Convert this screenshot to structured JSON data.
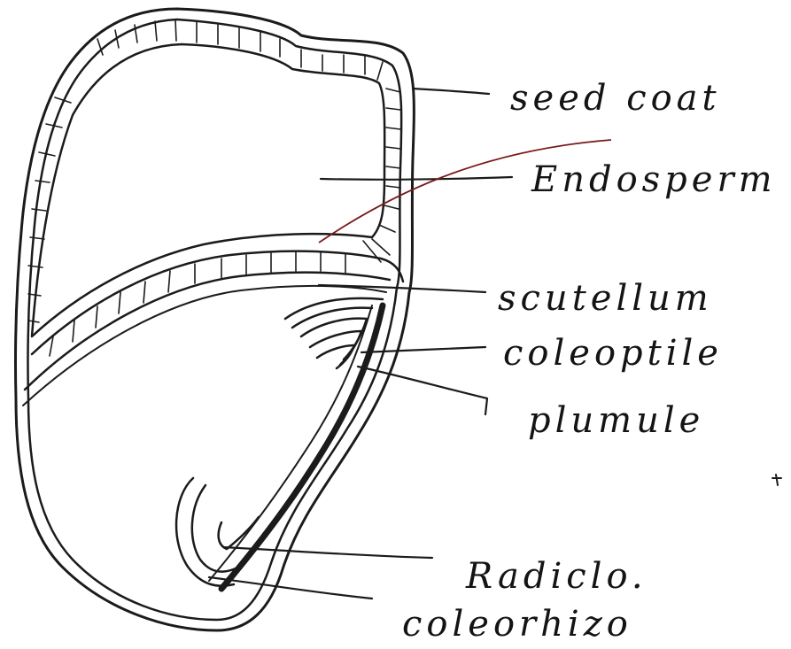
{
  "diagram": {
    "labels": {
      "seed_coat": "seed coat",
      "endosperm": "Endosperm",
      "scutellum": "scutellum",
      "coleoptile": "coleoptile",
      "plumule": "plumule",
      "radicle": "Radiclo.",
      "coleorhiza": "coleorhizo"
    },
    "ink_color": "#1b1b1b",
    "red_line_color": "#7a1a1a",
    "background": "#ffffff"
  }
}
